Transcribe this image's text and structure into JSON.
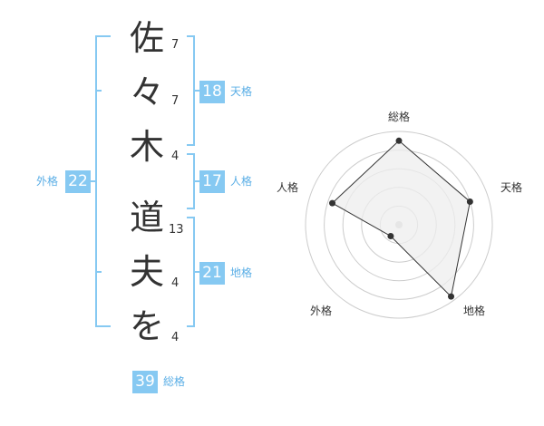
{
  "name": {
    "chars": [
      {
        "char": "佐",
        "strokes": "7"
      },
      {
        "char": "々",
        "strokes": "7"
      },
      {
        "char": "木",
        "strokes": "4"
      },
      {
        "char": "道",
        "strokes": "13"
      },
      {
        "char": "夫",
        "strokes": "4"
      },
      {
        "char": "を",
        "strokes": "4"
      }
    ]
  },
  "fortunes": {
    "tenkaku": {
      "label": "天格",
      "value": "18"
    },
    "jinkaku": {
      "label": "人格",
      "value": "17"
    },
    "chikaku": {
      "label": "地格",
      "value": "21"
    },
    "gaikaku": {
      "label": "外格",
      "value": "22"
    },
    "soukaku": {
      "label": "総格",
      "value": "39"
    }
  },
  "radar": {
    "axes": [
      "総格",
      "天格",
      "地格",
      "外格",
      "人格"
    ],
    "values": [
      0.9,
      0.8,
      0.95,
      0.15,
      0.75
    ],
    "colors": {
      "bracket": "#86c9f2",
      "ring": "#cccccc",
      "fill": "#eeeeee",
      "line": "#333333"
    }
  }
}
